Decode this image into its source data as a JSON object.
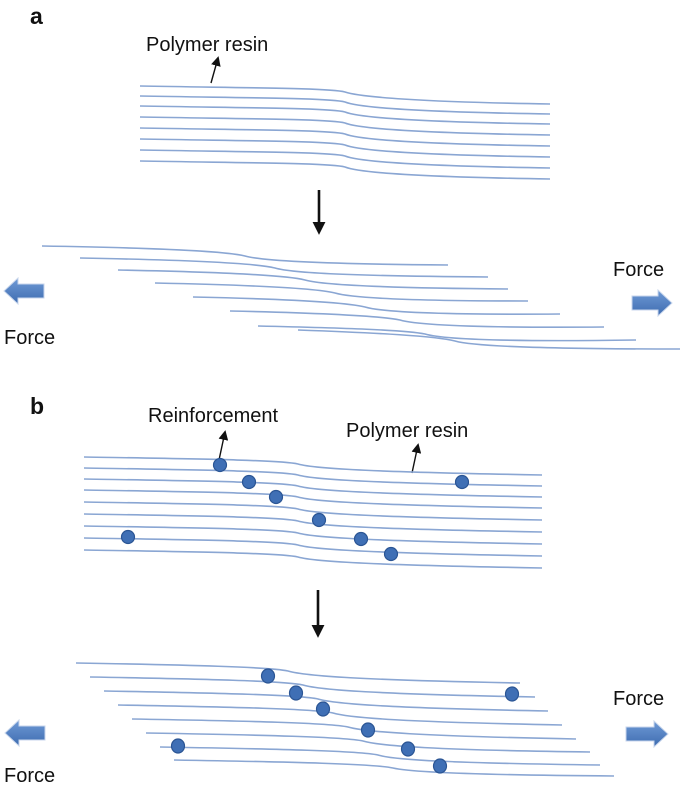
{
  "panel_a": {
    "letter": "a",
    "resin_label": "Polymer resin",
    "force_right": "Force",
    "force_left": "Force"
  },
  "panel_b": {
    "letter": "b",
    "reinforcement_label": "Reinforcement",
    "resin_label": "Polymer resin",
    "force_right": "Force",
    "force_left": "Force"
  },
  "colors": {
    "polymer_chain": "#8aa6d3",
    "reinforcement_particle": "#3f6fb5",
    "force_arrow": "#4a7bc0"
  }
}
